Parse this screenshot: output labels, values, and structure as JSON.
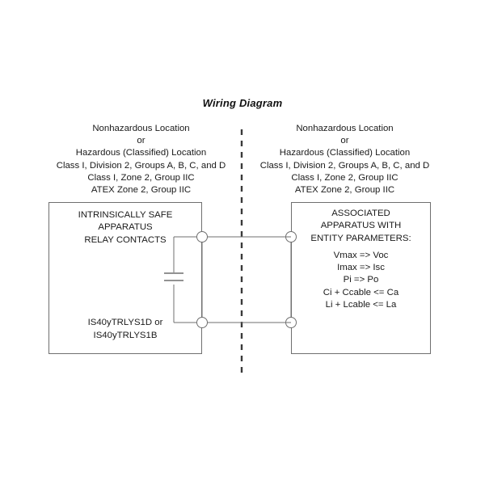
{
  "title": "Wiring Diagram",
  "location_header": {
    "lines": [
      "Nonhazardous Location",
      "or",
      "Hazardous (Classified) Location",
      "Class I, Division 2, Groups A, B, C, and D",
      "Class I, Zone 2, Group IIC",
      "ATEX Zone 2, Group IIC"
    ]
  },
  "left_box": {
    "title_lines": [
      "INTRINSICALLY SAFE",
      "APPARATUS",
      "RELAY CONTACTS"
    ],
    "model_lines": [
      "IS40yTRLYS1D or",
      "IS40yTRLYS1B"
    ]
  },
  "right_box": {
    "title_lines": [
      "ASSOCIATED",
      "APPARATUS WITH",
      "ENTITY PARAMETERS:"
    ],
    "entity_parameters": [
      "Vmax => Voc",
      "Imax => Isc",
      "Pi => Po",
      "Ci + Ccable <= Ca",
      "Li + Lcable <= La"
    ]
  },
  "symbols": {
    "divider": "hazardous-area-divider-dashed-line",
    "capacitor": "capacitor-symbol",
    "terminals": [
      "terminal-left-top",
      "terminal-left-bottom",
      "terminal-right-top",
      "terminal-right-bottom"
    ]
  },
  "colors": {
    "line": "#6f6f6f",
    "divider": "#3a3a3a",
    "text": "#1a1a1a",
    "background": "#ffffff"
  }
}
